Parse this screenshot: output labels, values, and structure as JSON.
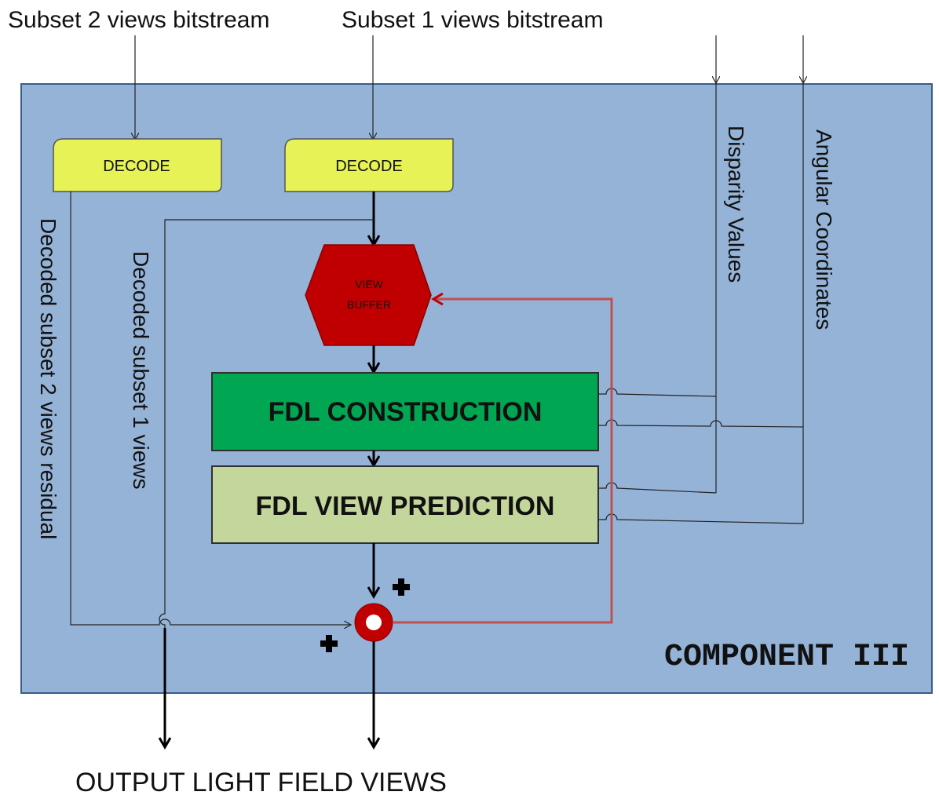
{
  "inputs": {
    "subset2_bitstream": "Subset 2 views bitstream",
    "subset1_bitstream": "Subset 1 views bitstream"
  },
  "side_inputs": {
    "disparity": "Disparity Values",
    "angular": "Angular Coordinates"
  },
  "blocks": {
    "decode_left": "DECODE",
    "decode_right": "DECODE",
    "view_buffer_line1": "VIEW",
    "view_buffer_line2": "BUFFER",
    "fdl_construction": "FDL CONSTRUCTION",
    "fdl_view_prediction": "FDL VIEW PREDICTION"
  },
  "signals": {
    "decoded_subset2": "Decoded subset  2 views residual",
    "decoded_subset1": "Decoded subset  1 views"
  },
  "component_label": "COMPONENT III",
  "output_label": "OUTPUT LIGHT FIELD VIEWS",
  "colors": {
    "component_bg": "#95b3d7",
    "component_border": "#385d8a",
    "decode": "#e6f255",
    "view_buffer": "#c00000",
    "fdl_construction": "#00a651",
    "fdl_view_prediction": "#c3d69b",
    "feedback": "#c0504d",
    "summer": "#c00000"
  }
}
